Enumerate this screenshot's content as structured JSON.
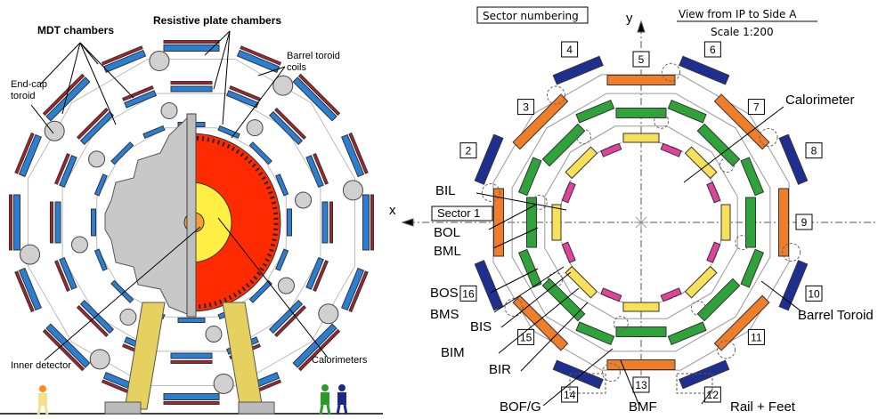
{
  "left_panel": {
    "labels": {
      "mdt": "MDT chambers",
      "rpc": "Resistive plate chambers",
      "barrel_toroid_1": "Barrel toroid",
      "barrel_toroid_2": "coils",
      "endcap_1": "End-cap",
      "endcap_2": "toroid",
      "inner_detector": "Inner detector",
      "calorimeters": "Calorimeters"
    },
    "colors": {
      "mdt": "#2a7fd4",
      "rpc": "#b0202a",
      "calo_red": "#ff2a00",
      "calo_yellow": "#ffee44",
      "shield": "#c8c8c8"
    }
  },
  "right_panel": {
    "header": {
      "sector_numbering": "Sector numbering",
      "view": "View from IP to Side A",
      "scale": "Scale 1:200"
    },
    "axes": {
      "x": "x",
      "y": "y"
    },
    "labels": {
      "calorimeter": "Calorimeter",
      "bil": "BIL",
      "sector1": "Sector 1",
      "bol": "BOL",
      "bml": "BML",
      "bos": "BOS",
      "bms": "BMS",
      "bis": "BIS",
      "bim": "BIM",
      "bir": "BIR",
      "bofg": "BOF/G",
      "bmf": "BMF",
      "barrel_toroid": "Barrel Toroid",
      "rail_feet": "Rail + Feet"
    },
    "sectors": [
      "2",
      "3",
      "4",
      "5",
      "6",
      "7",
      "8",
      "9",
      "10",
      "11",
      "12",
      "13",
      "14",
      "15",
      "16"
    ],
    "colors": {
      "outer_large": "#f07d2a",
      "outer_small": "#1f2f8f",
      "middle_large": "#2fa33a",
      "middle_small": "#2fa33a",
      "inner_large": "#f8e05a",
      "inner_small": "#e0449a"
    }
  }
}
